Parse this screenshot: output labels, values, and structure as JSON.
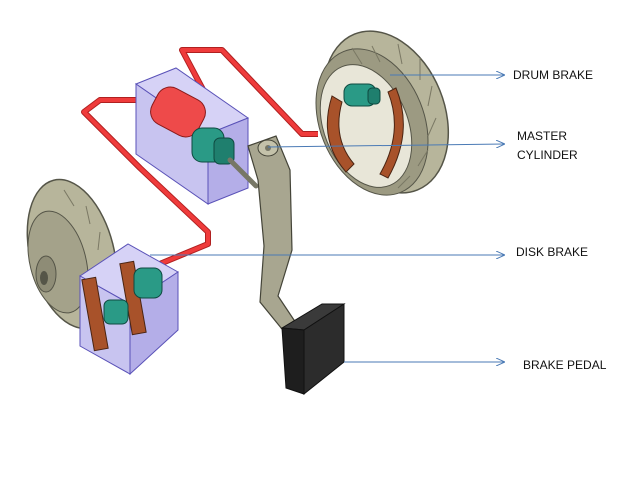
{
  "labels": {
    "drum_brake": "DRUM BRAKE",
    "master_cylinder_line1": "MASTER",
    "master_cylinder_line2": "CYLINDER",
    "disk_brake": "DISK BRAKE",
    "brake_pedal": "BRAKE PEDAL"
  },
  "colors": {
    "brake_line": "#ef3b3b",
    "callout_arrow": "#4a7ab5",
    "cylinder_housing": "#c8c4f0",
    "housing_edge": "#5a52b8",
    "piston_teal": "#2a9a86",
    "shoe_copper": "#a8522a",
    "steel_gray": "#a8a690",
    "pedal_pad": "#222222"
  }
}
